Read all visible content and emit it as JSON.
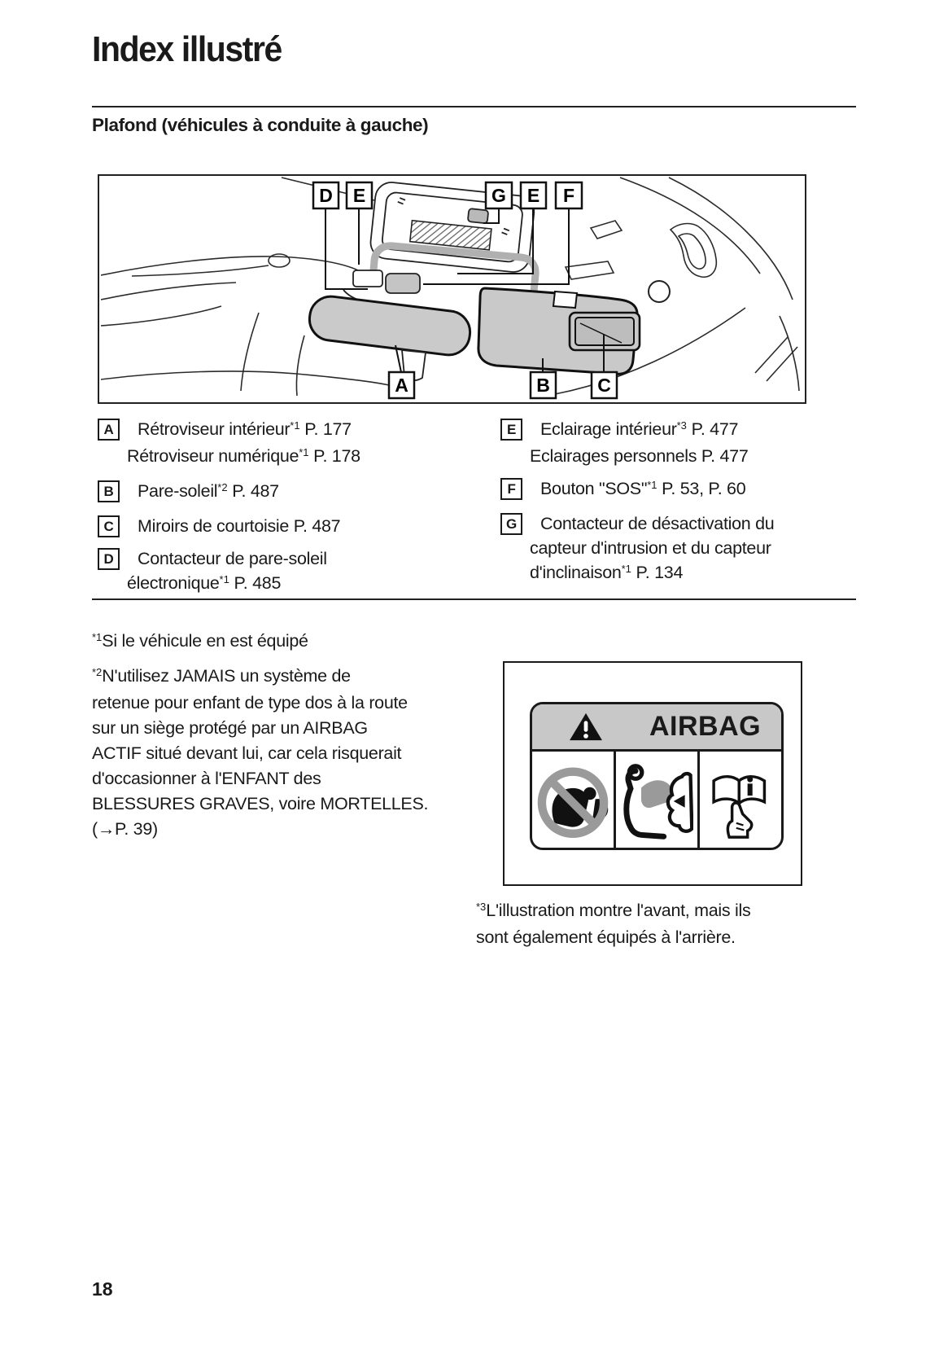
{
  "page": {
    "title": "Index illustré",
    "section_heading": "Plafond (véhicules à conduite à gauche)",
    "page_number": "18"
  },
  "diagram": {
    "top_callouts": [
      "D",
      "E",
      "G",
      "E",
      "F"
    ],
    "bottom_callouts": [
      "A",
      "B",
      "C"
    ]
  },
  "legend": {
    "left": [
      {
        "key": "A",
        "lines": [
          "Rétroviseur intérieur^{*1} P. 177",
          "Rétroviseur numérique^{*1} P. 178"
        ]
      },
      {
        "key": "B",
        "lines": [
          "Pare-soleil^{*2} P. 487"
        ]
      },
      {
        "key": "C",
        "lines": [
          "Miroirs de courtoisie P. 487"
        ]
      },
      {
        "key": "D",
        "lines": [
          "Contacteur de pare-soleil",
          "électronique^{*1} P. 485"
        ]
      }
    ],
    "right": [
      {
        "key": "E",
        "lines": [
          "Eclairage intérieur^{*3} P. 477",
          "Eclairages personnels P. 477"
        ]
      },
      {
        "key": "F",
        "lines": [
          "Bouton \"SOS\"^{*1} P. 53, P. 60"
        ]
      },
      {
        "key": "G",
        "lines": [
          "Contacteur de désactivation du",
          "capteur d'intrusion et du capteur",
          "d'inclinaison^{*1} P. 134"
        ]
      }
    ]
  },
  "footnotes": {
    "fn1": "^{*1}Si le véhicule en est équipé",
    "fn2_lines": [
      "^{*2}N'utilisez JAMAIS un système de",
      "retenue pour enfant de type dos à la route",
      "sur un siège protégé par un AIRBAG",
      "ACTIF situé devant lui, car cela risquerait",
      "d'occasionner à l'ENFANT des",
      "BLESSURES GRAVES, voire MORTELLES.",
      "(→P. 39)"
    ],
    "fn3_lines": [
      "^{*3}L'illustration montre l'avant, mais ils",
      "sont également équipés à l'arrière."
    ]
  },
  "airbag_label": {
    "title": "AIRBAG"
  },
  "colors": {
    "ink": "#1a1a1a",
    "diagram_gray": "#c9c9c9",
    "label_band_gray": "#c8c8c8",
    "prohibition_gray": "#9a9a9a"
  }
}
